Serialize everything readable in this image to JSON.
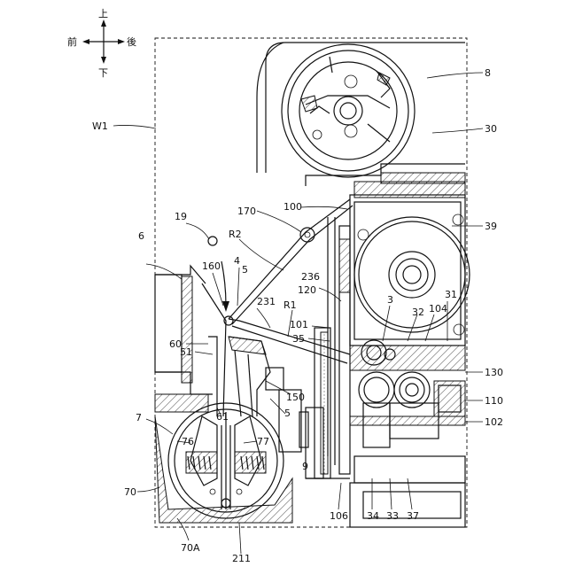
{
  "compass": {
    "up": "上",
    "front": "前",
    "back": "後",
    "down": "下"
  },
  "labels": {
    "l8": "8",
    "l30": "30",
    "lW1": "W1",
    "l170": "170",
    "l100": "100",
    "l39": "39",
    "l19": "19",
    "lR2": "R2",
    "l6": "6",
    "l160": "160",
    "l4": "4",
    "l5a": "5",
    "l236": "236",
    "l120": "120",
    "l231": "231",
    "lR1": "R1",
    "l3": "3",
    "l32": "32",
    "l104": "104",
    "l31": "31",
    "l101": "101",
    "l35": "35",
    "l60": "60",
    "l51": "51",
    "l130": "130",
    "l150": "150",
    "l110": "110",
    "l5b": "5",
    "l61": "61",
    "l102": "102",
    "l7": "7",
    "l76": "76",
    "l77": "77",
    "l9": "9",
    "l70": "70",
    "l106": "106",
    "l34": "34",
    "l33": "33",
    "l37": "37",
    "l70A": "70A",
    "l211": "211"
  }
}
